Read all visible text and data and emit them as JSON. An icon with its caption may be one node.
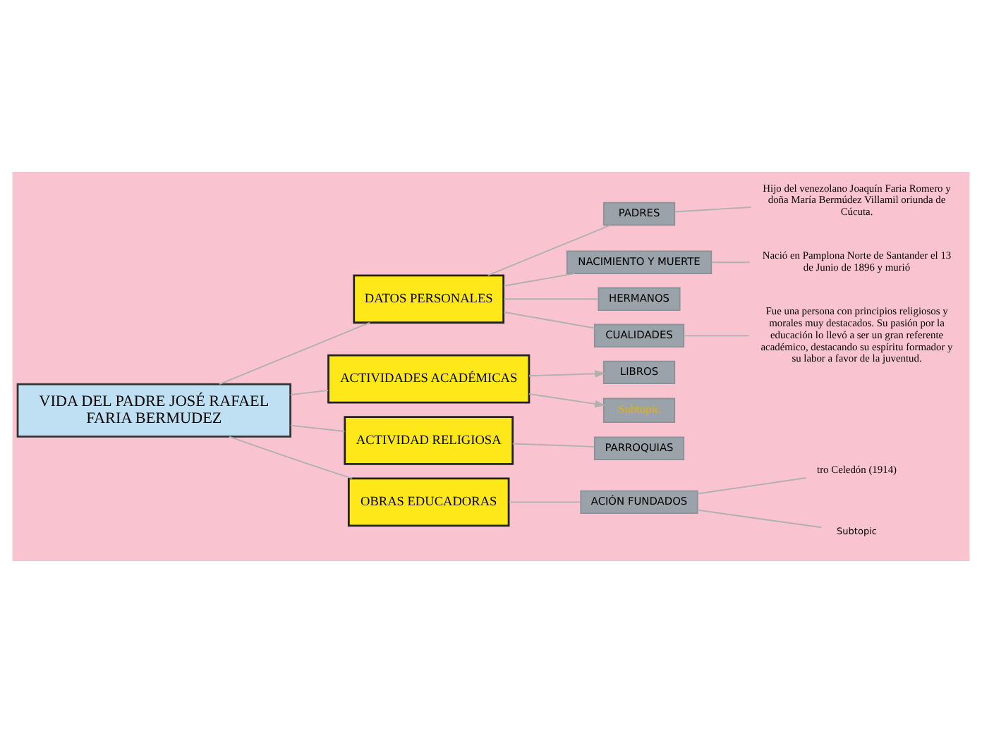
{
  "diagram": {
    "nodes": [
      {
        "text": [
          "VIDA DEL PADRE JOSÉ RAFAEL FARIA BERMUDEZ"
        ]
      },
      {
        "text": [
          "DATOS PERSONALES"
        ]
      },
      {
        "text": [
          "PADRES"
        ]
      },
      {
        "text": [
          "Hijo del venezolano Joaquín Faria Romero y doña María Bermúdez Villamil oriunda de Cúcuta."
        ]
      },
      {
        "text": [
          "NACIMIENTO Y MUERTE"
        ]
      },
      {
        "text": [
          "Nació en Pamplona Norte de Santander el 13 de Junio de 1896 y murió"
        ]
      },
      {
        "text": [
          "HERMANOS"
        ]
      },
      {
        "text": [
          "CUALIDADES"
        ]
      },
      {
        "text": [
          "Fue una persona con principios religiosos y morales muy destacados. Su pasión por la educación lo llevó a ser un gran referente académico, destacando su espíritu formador y su labor a favor de la juventud."
        ]
      },
      {
        "text": [
          "ACTIVIDADES ACADÉMICAS"
        ]
      },
      {
        "text": [
          "LIBROS"
        ]
      },
      {
        "text": [
          "Subtopic"
        ]
      },
      {
        "text": [
          "ACTIVIDAD RELIGIOSA"
        ]
      },
      {
        "text": [
          "PARROQUIAS"
        ]
      },
      {
        "text": [
          "OBRAS EDUCADORAS"
        ]
      },
      {
        "text": [
          "ACIÓN FUNDADOS"
        ]
      },
      {
        "text": [
          "tro Celedón (1914)"
        ]
      },
      {
        "text": [
          "Subtopic"
        ]
      }
    ],
    "edges": [
      {
        "from": 0,
        "to": 1,
        "arrow": "none"
      },
      {
        "from": 1,
        "to": 2,
        "arrow": "none"
      },
      {
        "from": 2,
        "to": 3,
        "arrow": "none"
      },
      {
        "from": 1,
        "to": 4,
        "arrow": "none"
      },
      {
        "from": 4,
        "to": 5,
        "arrow": "none"
      },
      {
        "from": 1,
        "to": 6,
        "arrow": "none"
      },
      {
        "from": 1,
        "to": 7,
        "arrow": "none"
      },
      {
        "from": 7,
        "to": 8,
        "arrow": "none"
      },
      {
        "from": 0,
        "to": 9,
        "arrow": "none"
      },
      {
        "from": 9,
        "to": 10,
        "arrow": "to"
      },
      {
        "from": 9,
        "to": 11,
        "arrow": "to"
      },
      {
        "from": 0,
        "to": 12,
        "arrow": "none"
      },
      {
        "from": 12,
        "to": 13,
        "arrow": "none"
      },
      {
        "from": 0,
        "to": 14,
        "arrow": "none"
      },
      {
        "from": 14,
        "to": 15,
        "arrow": "none"
      },
      {
        "from": 15,
        "to": 16,
        "arrow": "none"
      },
      {
        "from": 15,
        "to": 17,
        "arrow": "none"
      }
    ]
  }
}
